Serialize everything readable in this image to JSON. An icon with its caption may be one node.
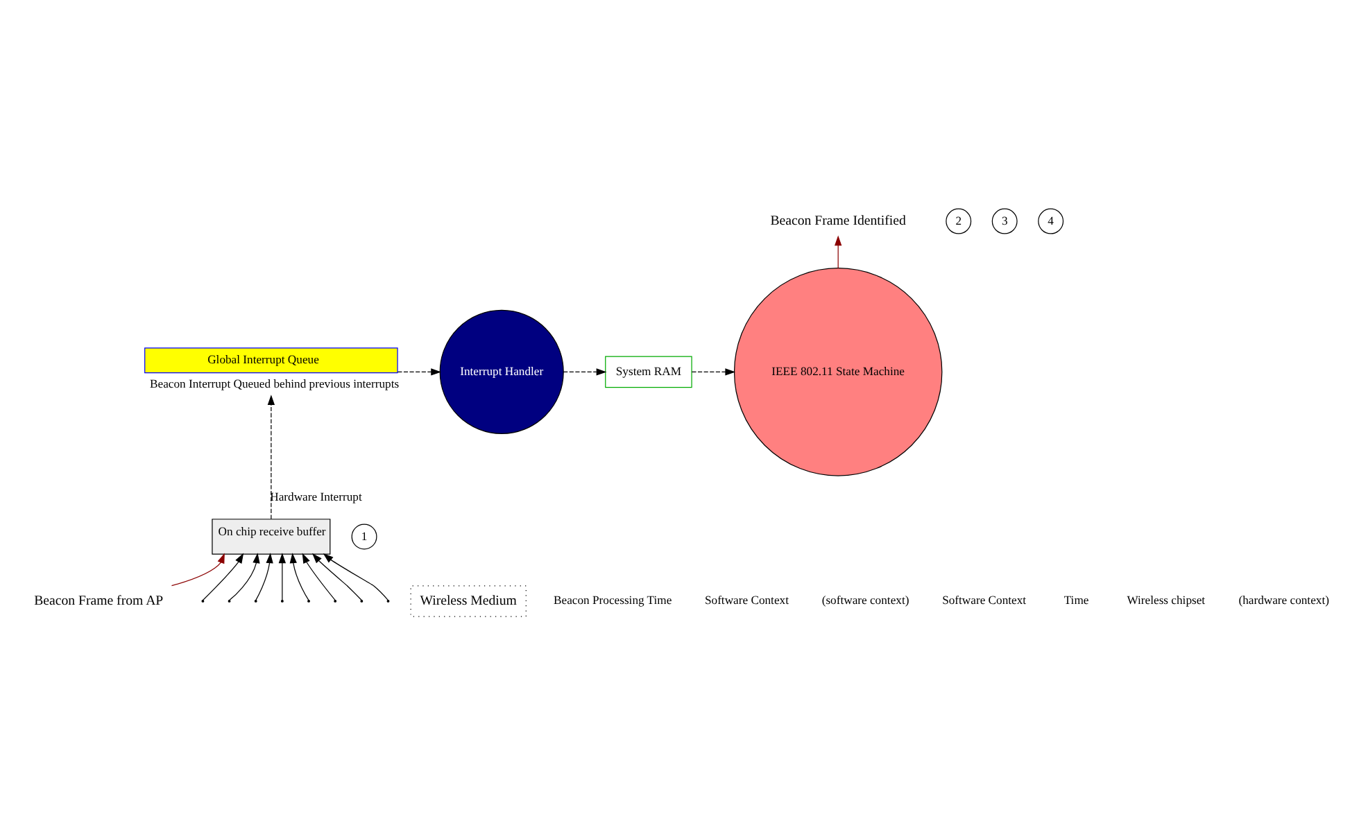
{
  "diagram": {
    "nodes": [
      {
        "text": [
          "Beacon Frame Identified"
        ]
      },
      {
        "text": [
          "2"
        ]
      },
      {
        "text": [
          "3"
        ]
      },
      {
        "text": [
          "4"
        ]
      },
      {
        "text": [
          "Global Interrupt Queue"
        ],
        "beside": [
          "Beacon Interrupt Queued behind previous interrupts"
        ]
      },
      {
        "text": [
          "Interrupt Handler"
        ]
      },
      {
        "text": [
          "System RAM"
        ]
      },
      {
        "text": [
          "IEEE 802.11 State Machine"
        ]
      },
      {
        "text": [
          "1"
        ]
      },
      {
        "text": [
          "On chip receive buffer"
        ]
      },
      {
        "text": [
          "Wireless Medium"
        ]
      },
      {
        "text": [
          "Beacon Frame from AP"
        ]
      }
    ],
    "edges": [
      {
        "from": 9,
        "to": 4,
        "arrow": "to",
        "style": "dashed",
        "label": "Hardware Interrupt"
      },
      {
        "from": 4,
        "to": 5,
        "arrow": "to",
        "style": "dashed"
      },
      {
        "from": 5,
        "to": 6,
        "arrow": "to",
        "style": "dashed"
      },
      {
        "from": 6,
        "to": 7,
        "arrow": "to",
        "style": "dashed"
      },
      {
        "from": 7,
        "to": 0,
        "arrow": "to",
        "color": "#8b0000"
      },
      {
        "from": 11,
        "to": 9,
        "arrow": "to",
        "color": "#8b0000"
      },
      {
        "from": null,
        "to": 9,
        "arrow": "to"
      },
      {
        "from": null,
        "to": 9,
        "arrow": "to"
      },
      {
        "from": null,
        "to": 9,
        "arrow": "to"
      },
      {
        "from": null,
        "to": 9,
        "arrow": "to"
      },
      {
        "from": null,
        "to": 9,
        "arrow": "to"
      },
      {
        "from": null,
        "to": 9,
        "arrow": "to"
      },
      {
        "from": null,
        "to": 9,
        "arrow": "to"
      },
      {
        "from": null,
        "to": 9,
        "arrow": "to"
      }
    ],
    "labels": [
      "Beacon Processing Time",
      "Software Context",
      "(software context)",
      "Software Context",
      "Time",
      "Wireless chipset",
      "(hardware context)"
    ]
  }
}
